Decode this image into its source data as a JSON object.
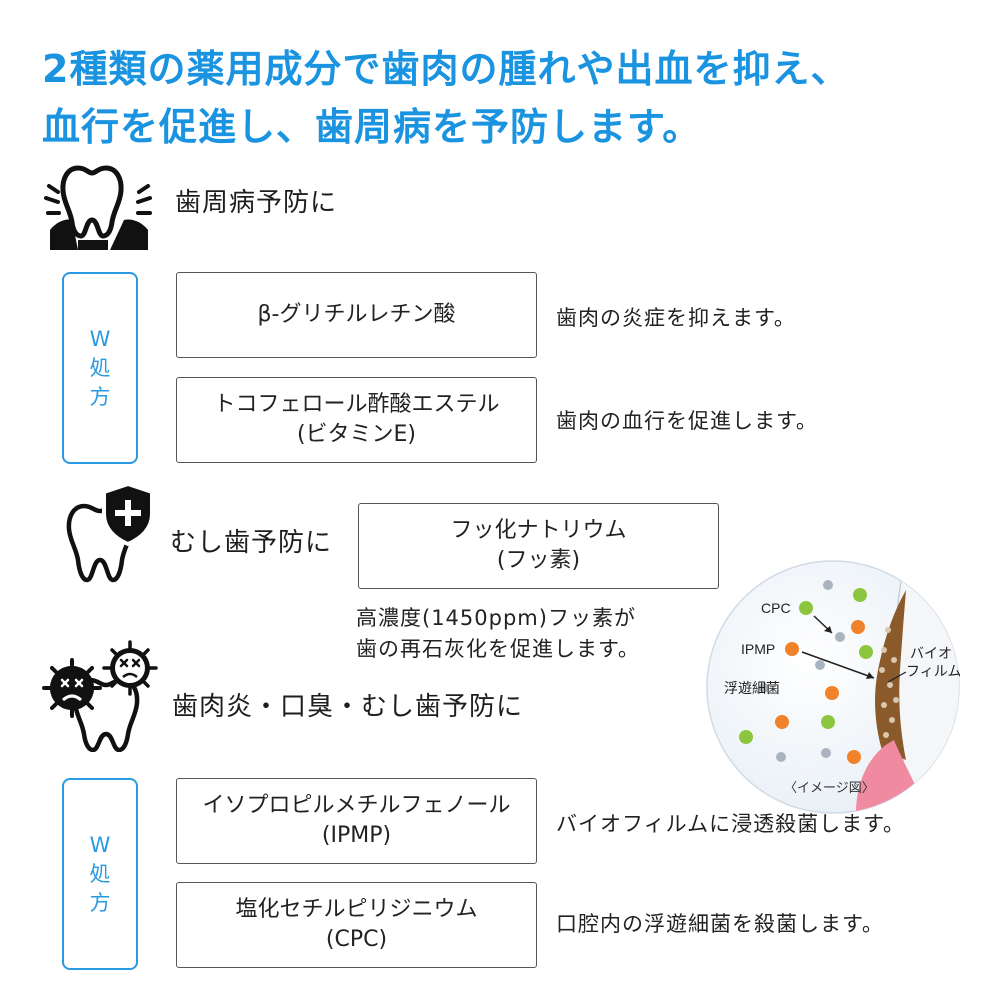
{
  "title": {
    "line1": "2種類の薬用成分で歯肉の腫れや出血を抑え、",
    "line2": "血行を促進し、歯周病を予防します。"
  },
  "section1": {
    "heading": "歯周病予防に",
    "icon": "tooth-inflamed-gum-icon",
    "badge": [
      "W",
      "処",
      "方"
    ],
    "items": [
      {
        "name": [
          "β-グリチルレチン酸"
        ],
        "desc": "歯肉の炎症を抑えます。"
      },
      {
        "name": [
          "トコフェロール酢酸エステル",
          "(ビタミンE)"
        ],
        "desc": "歯肉の血行を促進します。"
      }
    ]
  },
  "section2": {
    "heading": "むし歯予防に",
    "icon": "tooth-shield-plus-icon",
    "item": {
      "name": [
        "フッ化ナトリウム",
        "(フッ素)"
      ]
    },
    "note": [
      "高濃度(1450ppm)フッ素が",
      "歯の再石灰化を促進します。"
    ]
  },
  "section3": {
    "heading": "歯肉炎・口臭・むし歯予防に",
    "icon": "germs-on-tooth-icon",
    "badge": [
      "W",
      "処",
      "方"
    ],
    "items": [
      {
        "name": [
          "イソプロピルメチルフェノール",
          "(IPMP)"
        ],
        "desc": "バイオフィルムに浸透殺菌します。"
      },
      {
        "name": [
          "塩化セチルピリジニウム",
          "(CPC)"
        ],
        "desc": "口腔内の浮遊細菌を殺菌します。"
      }
    ]
  },
  "illustration": {
    "labels": {
      "cpc": "CPC",
      "ipmp": "IPMP",
      "bacteria": "浮遊細菌",
      "biofilm1": "バイオ",
      "biofilm2": "フィルム"
    },
    "caption": "〈イメージ図〉",
    "colors": {
      "cpc": "#8cc63f",
      "ipmp": "#f0822a",
      "biofilm": "#8a5a2b",
      "gum": "#f08aa0"
    }
  },
  "colors": {
    "title": "#1a93e0",
    "badge": "#2a9ae0"
  }
}
